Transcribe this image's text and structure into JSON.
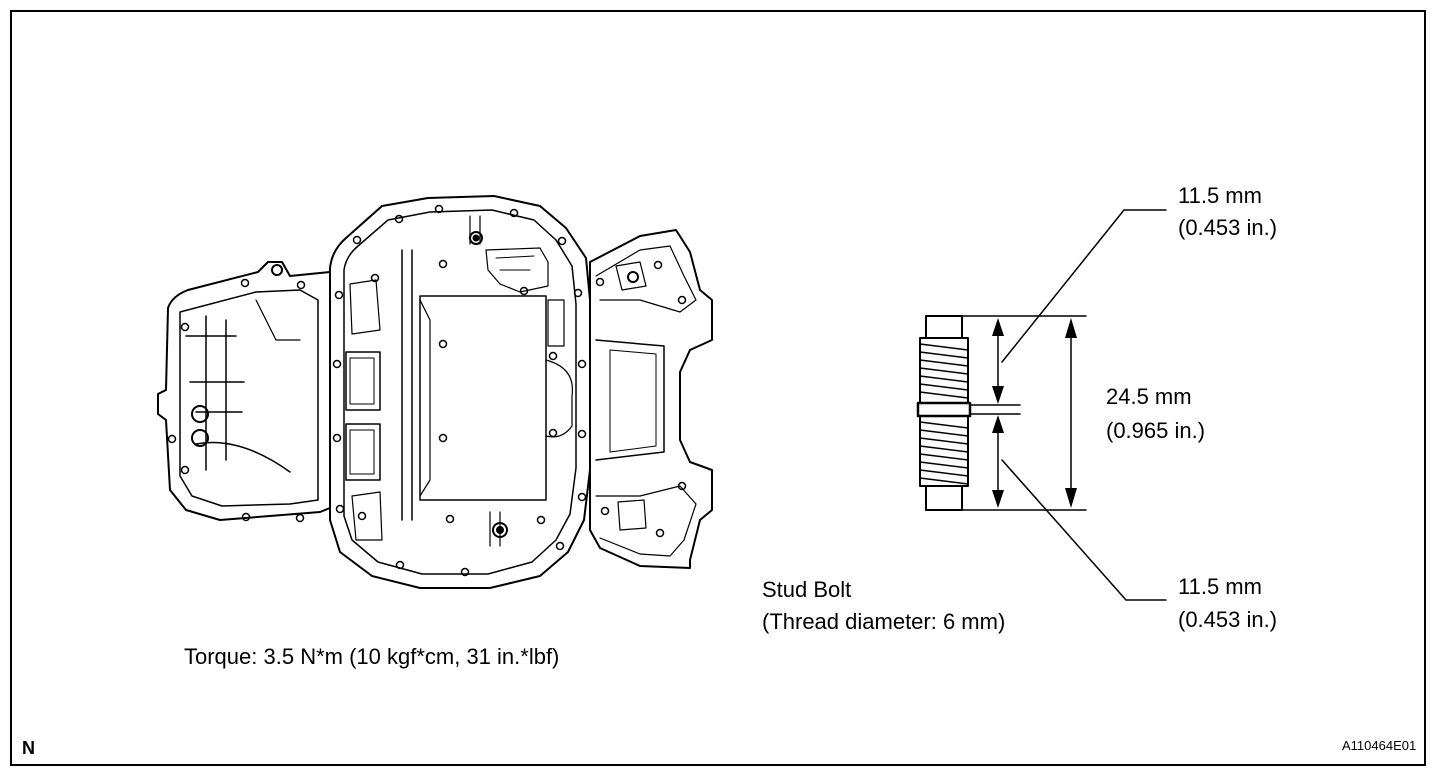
{
  "dimensions": {
    "top_mm": "11.5 mm",
    "top_in": "(0.453 in.)",
    "total_mm": "24.5 mm",
    "total_in": "(0.965 in.)",
    "bottom_mm": "11.5 mm",
    "bottom_in": "(0.453 in.)"
  },
  "part": {
    "name": "Stud Bolt",
    "thread": "(Thread diameter: 6 mm)"
  },
  "torque": "Torque: 3.5 N*m (10 kgf*cm, 31 in.*lbf)",
  "marker": "N",
  "figure_id": "A110464E01"
}
